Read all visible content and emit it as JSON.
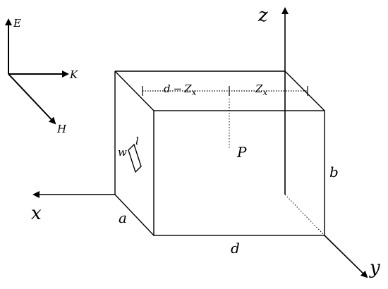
{
  "vectors": {
    "E": "E",
    "K": "K",
    "H": "H"
  },
  "axes": {
    "x": "x",
    "y": "y",
    "z": "z"
  },
  "dimensions": {
    "a": "a",
    "b": "b",
    "d": "d",
    "d_minus_zx_main": "d",
    "d_minus_zx_minus": "−",
    "d_minus_zx_Z": "Z",
    "d_minus_zx_sub": "x",
    "zx_Z": "Z",
    "zx_sub": "x"
  },
  "slot": {
    "w": "w",
    "l": "l"
  },
  "point": {
    "P": "P"
  }
}
